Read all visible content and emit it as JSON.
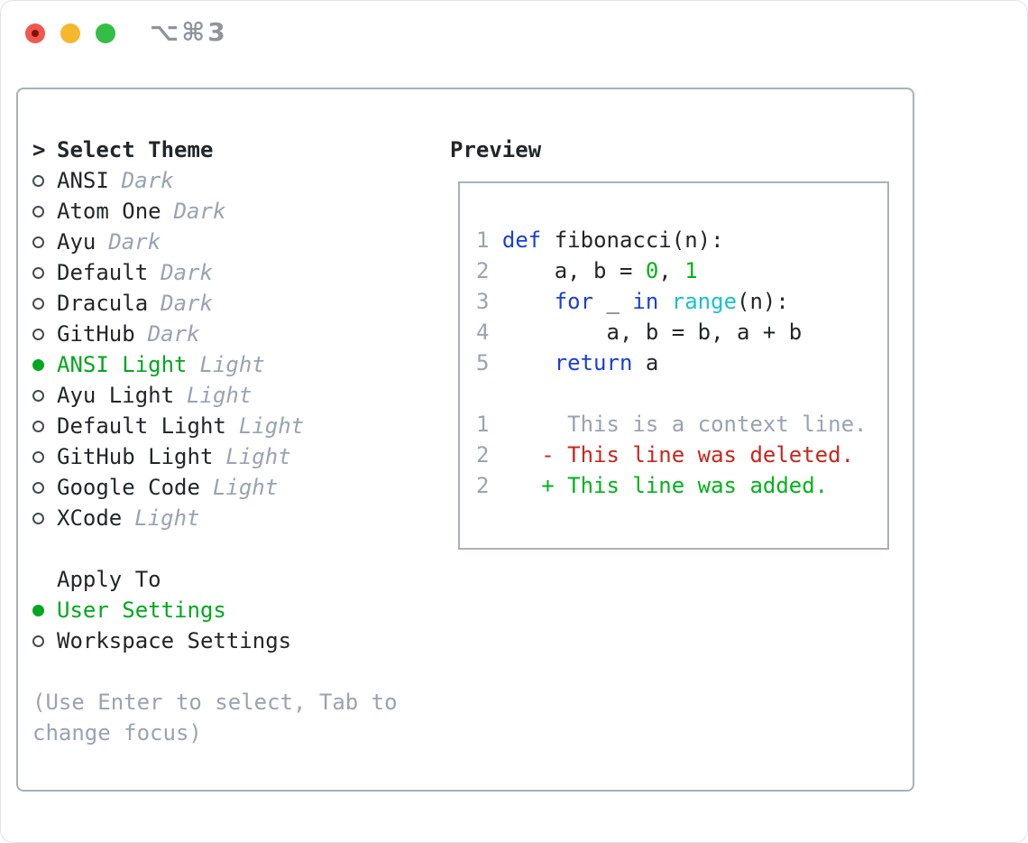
{
  "colors": {
    "text": "#22262b",
    "muted": "#99a3b2",
    "border": "#a9b0ba",
    "titlebar-gray": "#8f959d",
    "selection-green": "#00a81e",
    "added-green": "#00b31b",
    "number-green": "#00b31b",
    "deleted-red": "#c9261d",
    "keyword-blue": "#1a3fd8",
    "builtin-cyan": "#17c3c7",
    "traffic-red": "#f0584e",
    "traffic-red-dot": "#7d130d",
    "traffic-yellow": "#f5b72e",
    "traffic-green": "#33bf45"
  },
  "titlebar": {
    "shortcut": "⌥⌘3"
  },
  "icons": {
    "header_prefix": ">",
    "radio_unselected": "circle-outline",
    "radio_selected": "circle-filled-green"
  },
  "panel": {
    "title_prefix": ">",
    "title": "Select Theme",
    "themes": [
      {
        "name": "ANSI",
        "variant": "Dark",
        "selected": false
      },
      {
        "name": "Atom One",
        "variant": "Dark",
        "selected": false
      },
      {
        "name": "Ayu",
        "variant": "Dark",
        "selected": false
      },
      {
        "name": "Default",
        "variant": "Dark",
        "selected": false
      },
      {
        "name": "Dracula",
        "variant": "Dark",
        "selected": false
      },
      {
        "name": "GitHub",
        "variant": "Dark",
        "selected": false
      },
      {
        "name": "ANSI Light",
        "variant": "Light",
        "selected": true
      },
      {
        "name": "Ayu Light",
        "variant": "Light",
        "selected": false
      },
      {
        "name": "Default Light",
        "variant": "Light",
        "selected": false
      },
      {
        "name": "GitHub Light",
        "variant": "Light",
        "selected": false
      },
      {
        "name": "Google Code",
        "variant": "Light",
        "selected": false
      },
      {
        "name": "XCode",
        "variant": "Light",
        "selected": false
      }
    ],
    "apply_to": {
      "label": "Apply To",
      "options": [
        {
          "name": "User Settings",
          "selected": true
        },
        {
          "name": "Workspace Settings",
          "selected": false
        }
      ]
    },
    "hint": "(Use Enter to select, Tab to change focus)"
  },
  "preview": {
    "title": "Preview",
    "lines": [
      {
        "name": "code-line-1",
        "tokens": [
          {
            "t": "1 ",
            "c": "ln"
          },
          {
            "t": "def",
            "c": "kw"
          },
          {
            "t": " fibonacci(n):",
            "c": "plain"
          }
        ]
      },
      {
        "name": "code-line-2",
        "tokens": [
          {
            "t": "2",
            "c": "ln"
          },
          {
            "t": "     a, b = ",
            "c": "plain"
          },
          {
            "t": "0",
            "c": "num"
          },
          {
            "t": ", ",
            "c": "plain"
          },
          {
            "t": "1",
            "c": "num"
          }
        ]
      },
      {
        "name": "code-line-3",
        "tokens": [
          {
            "t": "3",
            "c": "ln"
          },
          {
            "t": "     ",
            "c": "plain"
          },
          {
            "t": "for",
            "c": "kw"
          },
          {
            "t": " _ ",
            "c": "plain"
          },
          {
            "t": "in",
            "c": "kw"
          },
          {
            "t": " ",
            "c": "plain"
          },
          {
            "t": "range",
            "c": "builtin"
          },
          {
            "t": "(n):",
            "c": "plain"
          }
        ]
      },
      {
        "name": "code-line-4",
        "tokens": [
          {
            "t": "4",
            "c": "ln"
          },
          {
            "t": "         a, b = b, a + b",
            "c": "plain"
          }
        ]
      },
      {
        "name": "code-line-5",
        "tokens": [
          {
            "t": "5",
            "c": "ln"
          },
          {
            "t": "     ",
            "c": "plain"
          },
          {
            "t": "return",
            "c": "kw"
          },
          {
            "t": " a",
            "c": "plain"
          }
        ]
      },
      {
        "name": "blank-line",
        "tokens": []
      },
      {
        "name": "diff-context-line",
        "tokens": [
          {
            "t": "1",
            "c": "ln"
          },
          {
            "t": "      This is a context line.",
            "c": "ctx"
          }
        ]
      },
      {
        "name": "diff-deleted-line",
        "tokens": [
          {
            "t": "2",
            "c": "ln"
          },
          {
            "t": "    - This line was deleted.",
            "c": "del"
          }
        ]
      },
      {
        "name": "diff-added-line",
        "tokens": [
          {
            "t": "2",
            "c": "ln"
          },
          {
            "t": "    + This line was added.",
            "c": "add"
          }
        ]
      }
    ]
  }
}
